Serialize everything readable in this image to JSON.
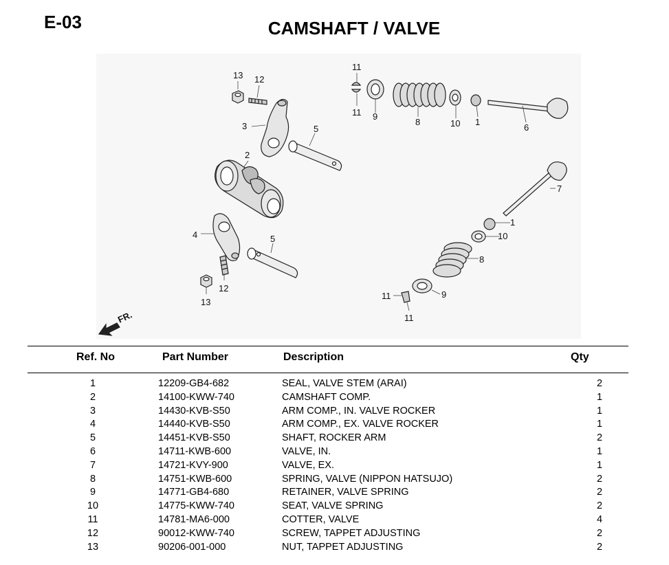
{
  "page": {
    "code": "E-03",
    "title": "CAMSHAFT / VALVE"
  },
  "diagram": {
    "front_label": "FR.",
    "callouts": [
      "13",
      "12",
      "3",
      "5",
      "2",
      "4",
      "5",
      "12",
      "13",
      "11",
      "11",
      "9",
      "8",
      "10",
      "1",
      "6",
      "7",
      "1",
      "10",
      "8",
      "11",
      "9",
      "11"
    ]
  },
  "table": {
    "headers": [
      "Ref. No",
      "Part Number",
      "Description",
      "Qty"
    ],
    "rows": [
      {
        "ref": "1",
        "part": "12209-GB4-682",
        "desc": "SEAL, VALVE STEM (ARAI)",
        "qty": "2"
      },
      {
        "ref": "2",
        "part": "14100-KWW-740",
        "desc": "CAMSHAFT COMP.",
        "qty": "1"
      },
      {
        "ref": "3",
        "part": "14430-KVB-S50",
        "desc": "ARM COMP., IN. VALVE ROCKER",
        "qty": "1"
      },
      {
        "ref": "4",
        "part": "14440-KVB-S50",
        "desc": "ARM COMP., EX. VALVE ROCKER",
        "qty": "1"
      },
      {
        "ref": "5",
        "part": "14451-KVB-S50",
        "desc": "SHAFT, ROCKER ARM",
        "qty": "2"
      },
      {
        "ref": "6",
        "part": "14711-KWB-600",
        "desc": "VALVE, IN.",
        "qty": "1"
      },
      {
        "ref": "7",
        "part": "14721-KVY-900",
        "desc": "VALVE, EX.",
        "qty": "1"
      },
      {
        "ref": "8",
        "part": "14751-KWB-600",
        "desc": "SPRING, VALVE (NIPPON HATSUJO)",
        "qty": "2"
      },
      {
        "ref": "9",
        "part": "14771-GB4-680",
        "desc": "RETAINER, VALVE SPRING",
        "qty": "2"
      },
      {
        "ref": "10",
        "part": "14775-KWW-740",
        "desc": "SEAT, VALVE SPRING",
        "qty": "2"
      },
      {
        "ref": "11",
        "part": "14781-MA6-000",
        "desc": "COTTER, VALVE",
        "qty": "4"
      },
      {
        "ref": "12",
        "part": "90012-KWW-740",
        "desc": "SCREW, TAPPET ADJUSTING",
        "qty": "2"
      },
      {
        "ref": "13",
        "part": "90206-001-000",
        "desc": "NUT, TAPPET ADJUSTING",
        "qty": "2"
      }
    ]
  }
}
